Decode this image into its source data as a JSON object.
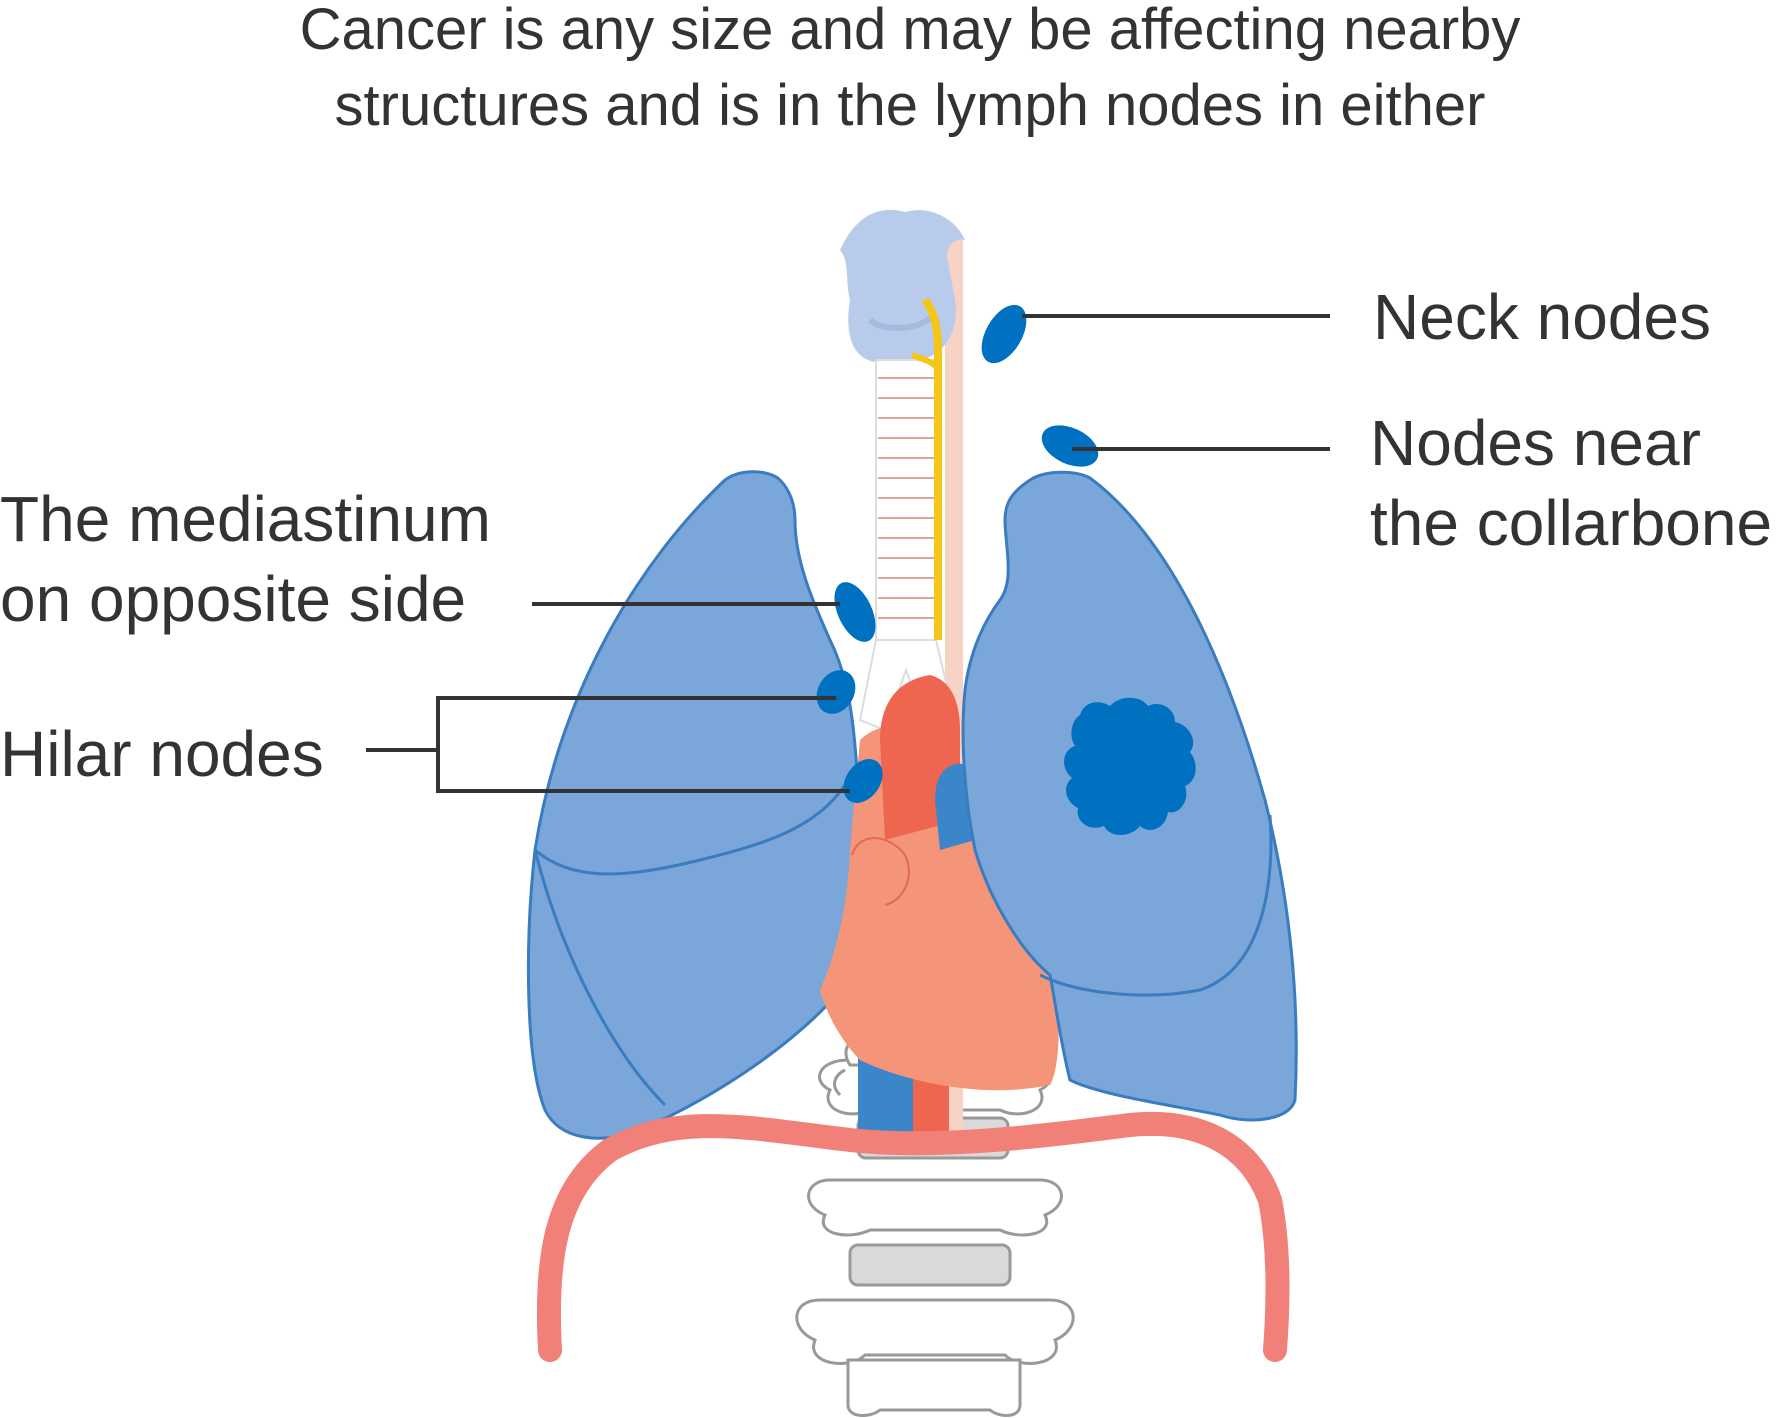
{
  "title": {
    "line1": "Cancer is any size and may be affecting nearby",
    "line2": "structures and is in the lymph nodes in either"
  },
  "labels": {
    "neck_nodes": "Neck nodes",
    "collarbone_line1": "Nodes near",
    "collarbone_line2": "the collarbone",
    "mediastinum_line1": "The mediastinum",
    "mediastinum_line2": "on opposite side",
    "hilar_nodes": "Hilar nodes"
  },
  "colors": {
    "lung_fill": "#7ba6d9",
    "lung_stroke": "#3a7cc0",
    "node": "#0070c0",
    "tumour": "#0070c0",
    "heart": "#f4957a",
    "aorta": "#ee6650",
    "vein": "#3a86c8",
    "nerve": "#f5c518",
    "diaphragm": "#f08078",
    "larynx": "#b8cbeb",
    "spine": "#cccccc",
    "leader_line": "#333333",
    "text": "#333333"
  }
}
